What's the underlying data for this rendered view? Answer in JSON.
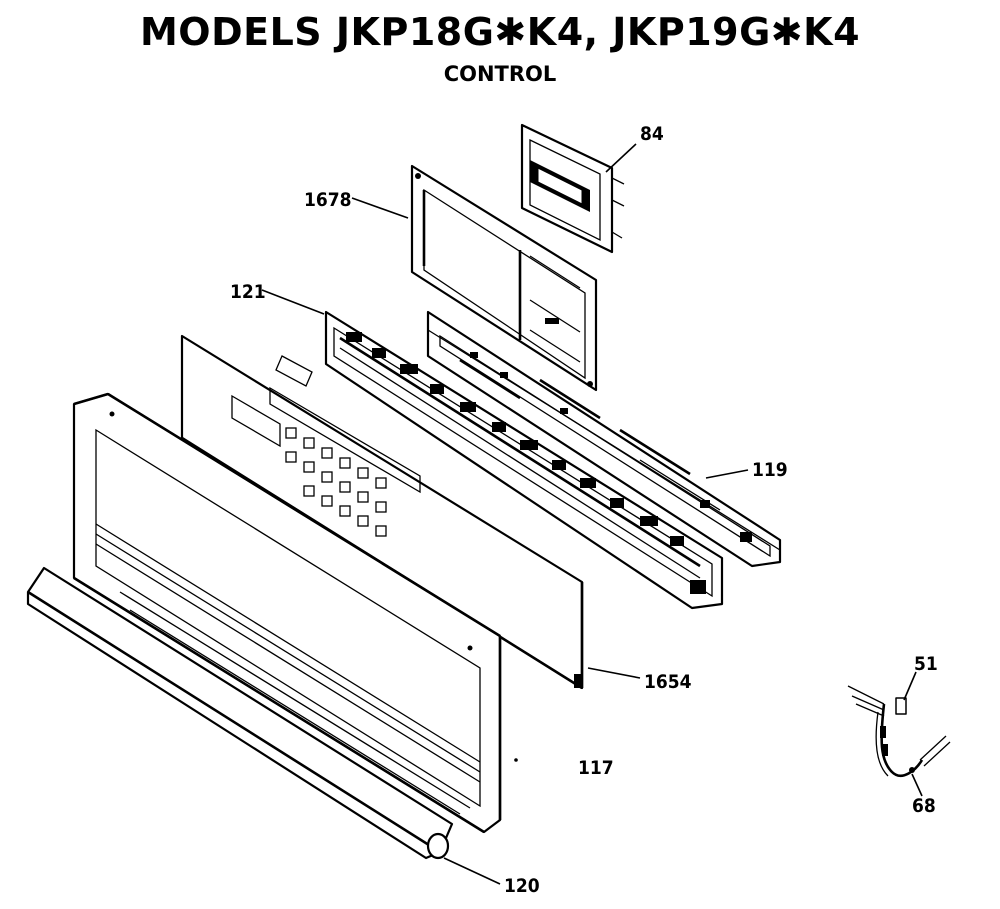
{
  "header": {
    "title": "MODELS JKP18G✱K4, JKP19G✱K4",
    "subtitle": "CONTROL"
  },
  "callouts": {
    "c84": "84",
    "c1678": "1678",
    "c121": "121",
    "c119": "119",
    "c1654": "1654",
    "c117": "117",
    "c120": "120",
    "c51": "51",
    "c68": "68"
  }
}
